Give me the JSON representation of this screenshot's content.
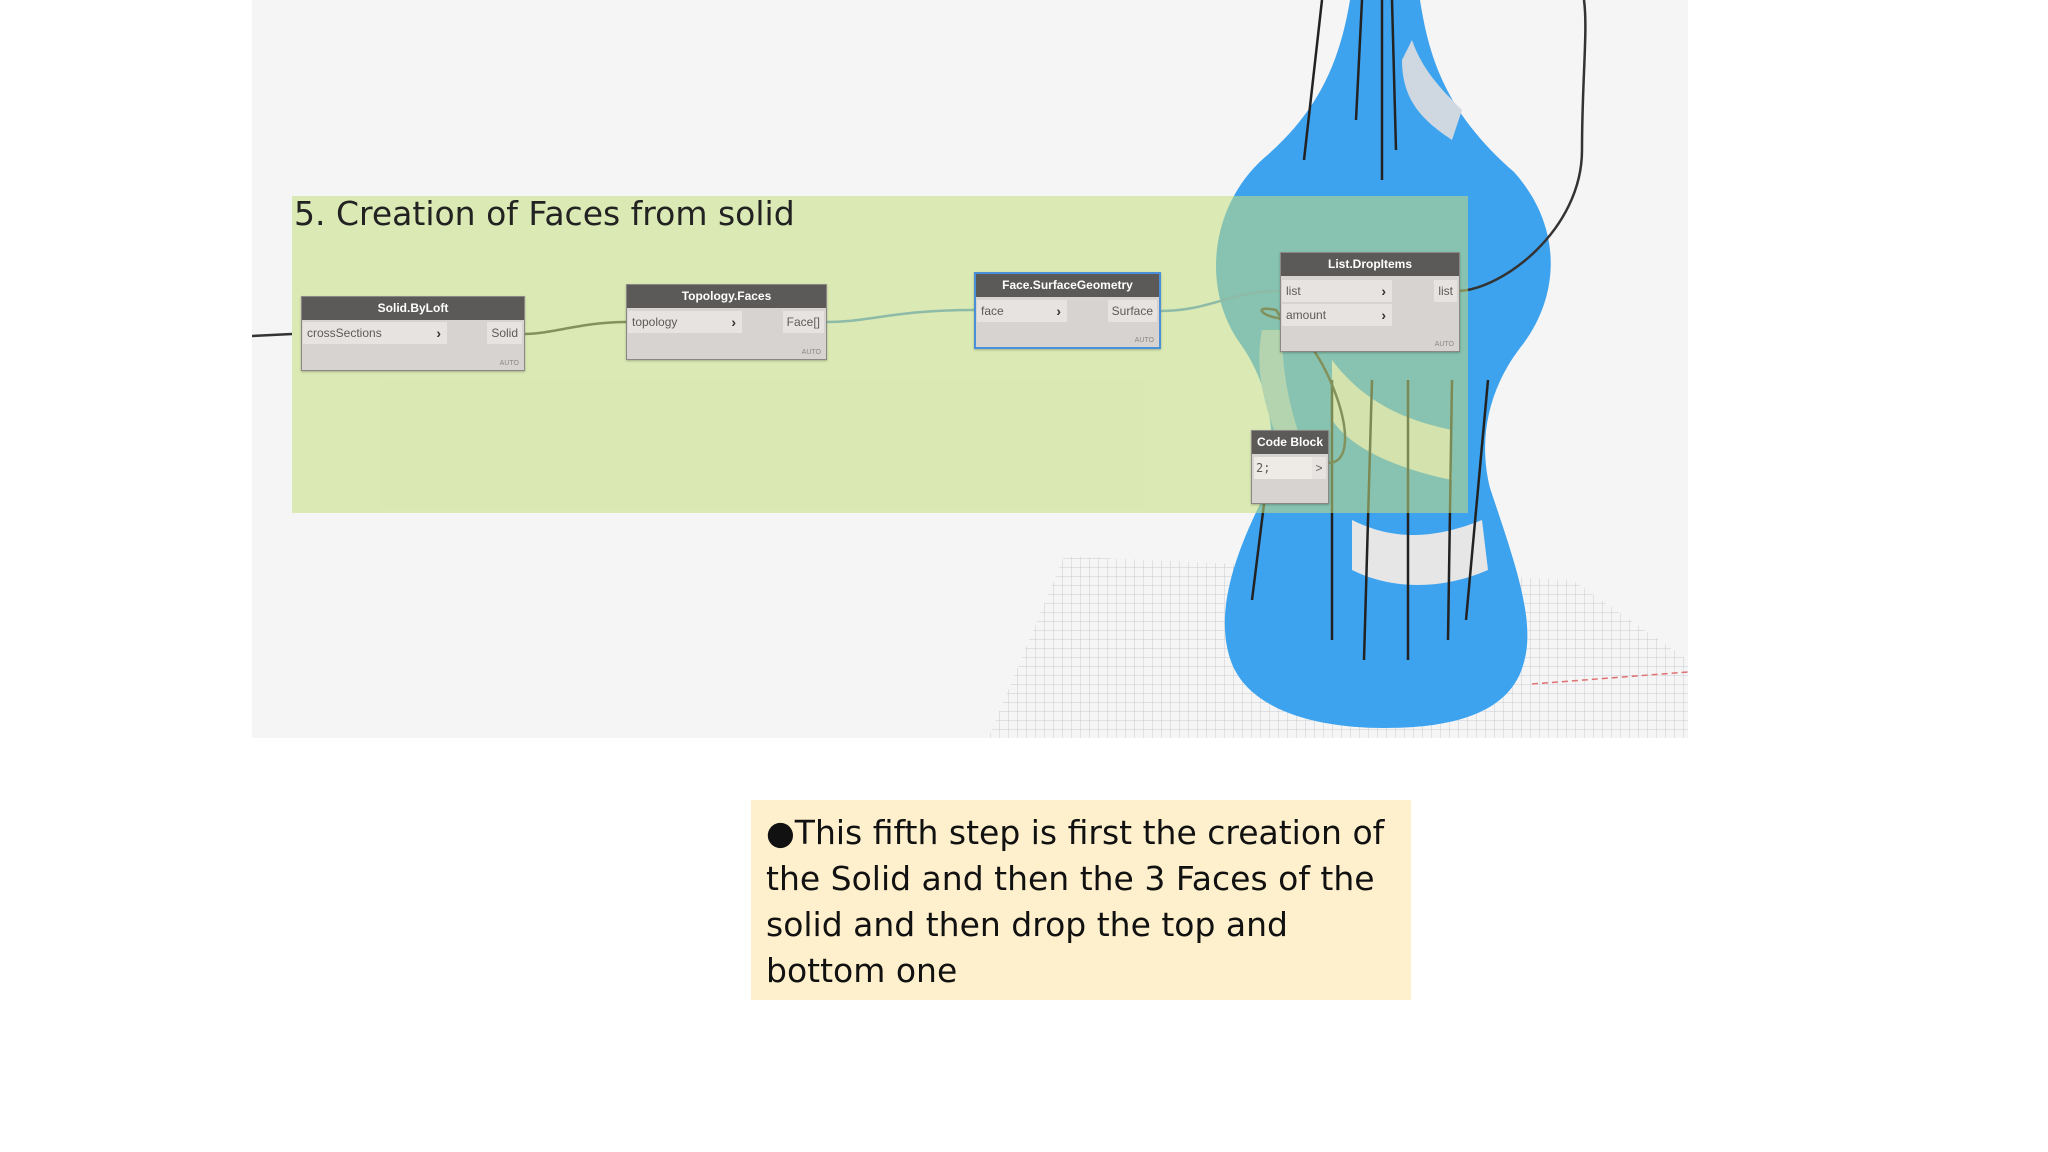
{
  "group": {
    "title": "5. Creation of Faces from solid"
  },
  "nodes": {
    "solid_byloft": {
      "title": "Solid.ByLoft",
      "input": "crossSections",
      "output": "Solid",
      "lacing": "AUTO"
    },
    "topology_faces": {
      "title": "Topology.Faces",
      "input": "topology",
      "output": "Face[]",
      "lacing": "AUTO"
    },
    "face_surfacegeometry": {
      "title": "Face.SurfaceGeometry",
      "input": "face",
      "output": "Surface",
      "lacing": "AUTO"
    },
    "list_dropitems": {
      "title": "List.DropItems",
      "input1": "list",
      "input2": "amount",
      "output": "list",
      "lacing": "AUTO"
    },
    "code_block": {
      "title": "Code Block",
      "code": "2;",
      "output": ">"
    }
  },
  "note": {
    "text": "●This fifth step is first the creation of the Solid and then the 3 Faces of the solid and then drop the top and bottom one"
  },
  "colors": {
    "canvas_bg": "#f5f5f5",
    "group_bg": "#c4de7e",
    "node_header": "#5b5a58",
    "bottle_blue": "#3ea3ef",
    "wire_blue": "#4a90d9",
    "note_bg": "#fef0cc"
  }
}
